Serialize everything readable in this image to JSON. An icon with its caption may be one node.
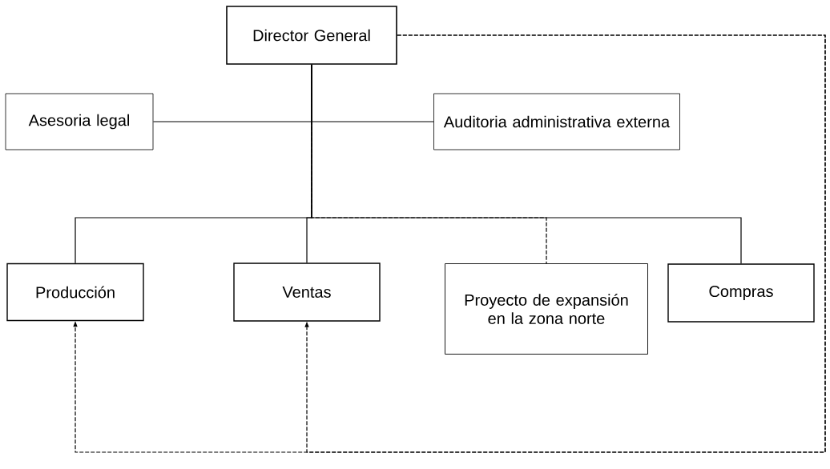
{
  "diagram": {
    "nodes": [
      {
        "text": [
          "Director General"
        ]
      },
      {
        "text": [
          "Asesoria legal"
        ]
      },
      {
        "text": [
          "Auditoria administrativa externa"
        ]
      },
      {
        "text": [
          "Producción"
        ]
      },
      {
        "text": [
          "Ventas"
        ]
      },
      {
        "text": [
          "Proyecto de expansión en la zona norte"
        ]
      },
      {
        "text": [
          "Compras"
        ]
      }
    ],
    "edges": [
      {
        "from": 0,
        "to": 1,
        "arrow": "none"
      },
      {
        "from": 0,
        "to": 2,
        "arrow": "none"
      },
      {
        "from": 0,
        "to": 3,
        "arrow": "none"
      },
      {
        "from": 0,
        "to": 4,
        "arrow": "none"
      },
      {
        "from": 0,
        "to": 5,
        "arrow": "none",
        "style": "dashed"
      },
      {
        "from": 0,
        "to": 6,
        "arrow": "none"
      },
      {
        "from": 0,
        "to": 3,
        "arrow": "to",
        "style": "dashed"
      },
      {
        "from": 0,
        "to": 4,
        "arrow": "to",
        "style": "dashed"
      }
    ]
  }
}
